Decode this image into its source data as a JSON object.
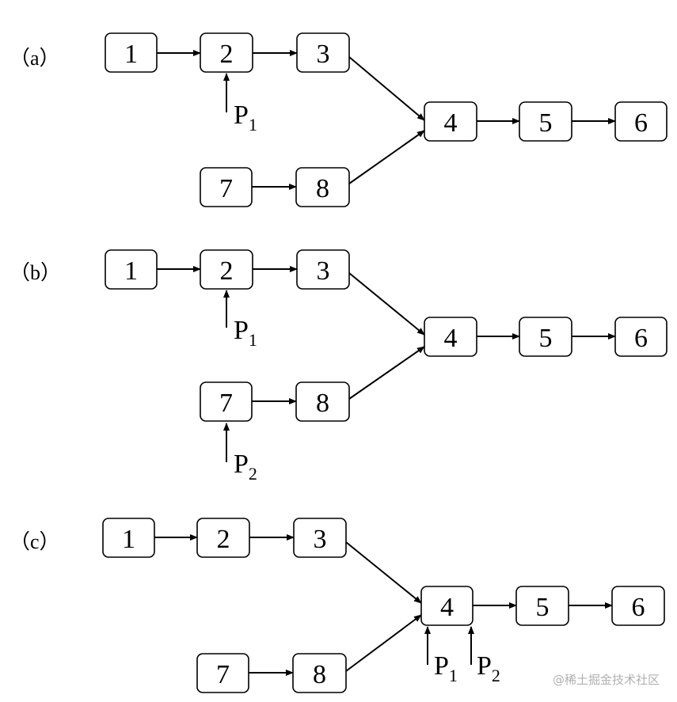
{
  "panels": [
    {
      "label": "（a）",
      "nodes": [
        "1",
        "2",
        "3",
        "4",
        "5",
        "6",
        "7",
        "8"
      ],
      "pointers": [
        {
          "name": "P",
          "sub": "1",
          "target": "2"
        }
      ]
    },
    {
      "label": "（b）",
      "nodes": [
        "1",
        "2",
        "3",
        "4",
        "5",
        "6",
        "7",
        "8"
      ],
      "pointers": [
        {
          "name": "P",
          "sub": "1",
          "target": "2"
        },
        {
          "name": "P",
          "sub": "2",
          "target": "7"
        }
      ]
    },
    {
      "label": "（c）",
      "nodes": [
        "1",
        "2",
        "3",
        "4",
        "5",
        "6",
        "7",
        "8"
      ],
      "pointers": [
        {
          "name": "P",
          "sub": "1",
          "target": "4"
        },
        {
          "name": "P",
          "sub": "2",
          "target": "4"
        }
      ]
    }
  ],
  "edges": [
    [
      "1",
      "2"
    ],
    [
      "2",
      "3"
    ],
    [
      "3",
      "4"
    ],
    [
      "8",
      "4"
    ],
    [
      "7",
      "8"
    ],
    [
      "4",
      "5"
    ],
    [
      "5",
      "6"
    ]
  ],
  "watermark": "@稀土掘金技术社区"
}
